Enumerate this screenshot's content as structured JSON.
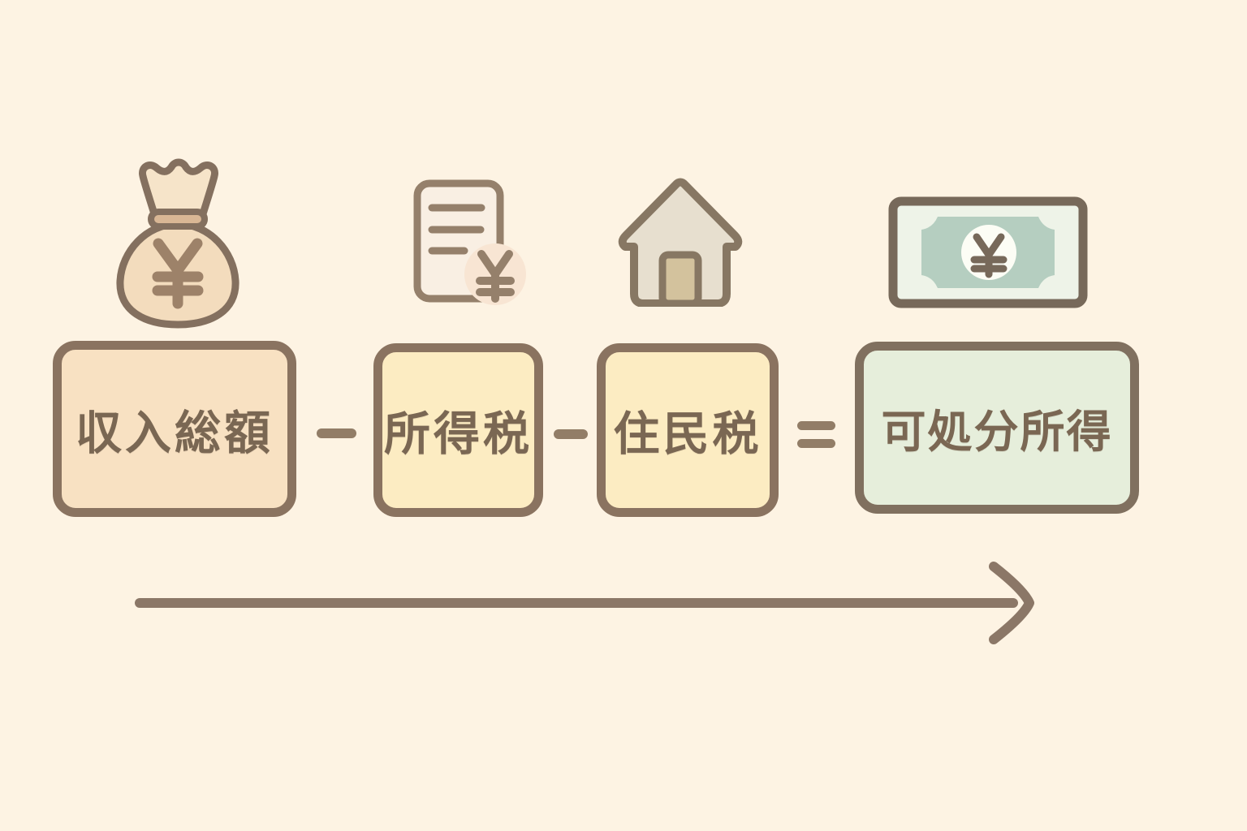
{
  "colors": {
    "background": "#fdf3e3",
    "outline_brown": "#84705f",
    "text_brown": "#7a6753",
    "operator_brown": "#927d67",
    "arrow_brown": "#8b7767",
    "box_income_fill": "#f8e1c2",
    "box_tax_fill": "#fcecc2",
    "box_disposable_fill": "#e6eedb",
    "banknote_green": "#b5cec0"
  },
  "currency_symbol": "¥",
  "flow": {
    "items": [
      {
        "label": "収入総額",
        "icon": "money-bag-icon",
        "box_fill": "#f8e1c2"
      },
      {
        "label": "所得税",
        "icon": "tax-document-icon",
        "box_fill": "#fcecc2"
      },
      {
        "label": "住民税",
        "icon": "house-icon",
        "box_fill": "#fcecc2"
      },
      {
        "label": "可処分所得",
        "icon": "banknote-icon",
        "box_fill": "#e6eedb"
      }
    ],
    "operators": [
      {
        "type": "minus",
        "symbol": "−"
      },
      {
        "type": "minus",
        "symbol": "−"
      },
      {
        "type": "equals",
        "symbol": "="
      }
    ],
    "arrow": {
      "direction": "right"
    }
  }
}
